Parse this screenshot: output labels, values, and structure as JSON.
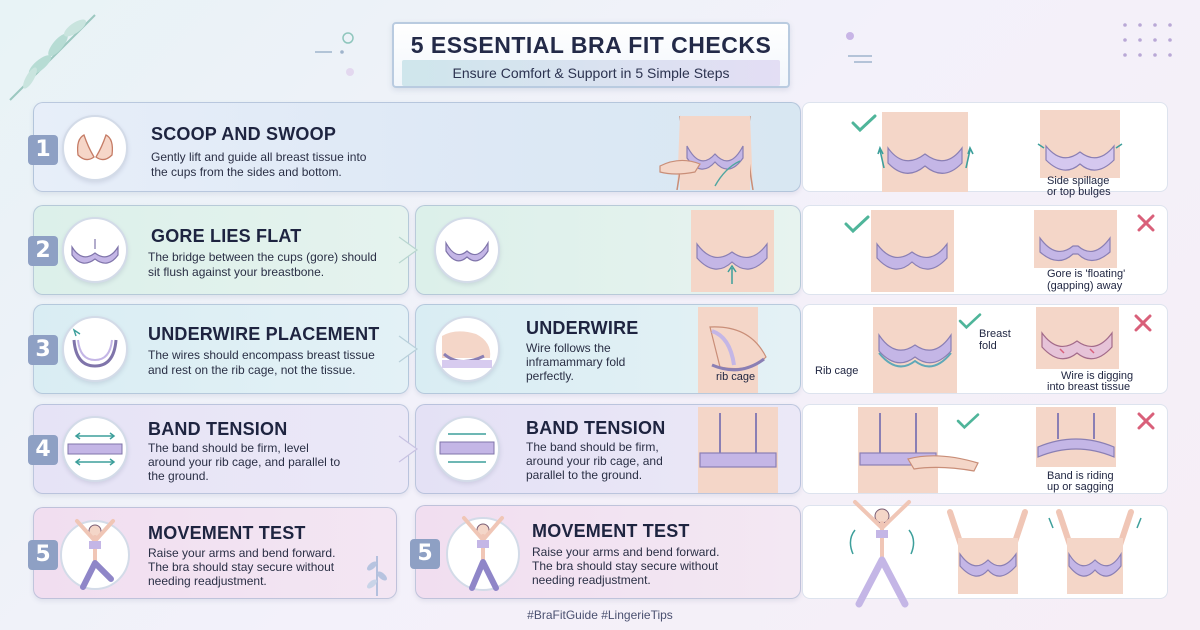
{
  "header": {
    "title": "5 ESSENTIAL BRA FIT CHECKS",
    "subtitle": "Ensure Comfort & Support in 5 Simple Steps"
  },
  "rows": [
    {
      "number": "1",
      "title": "SCOOP AND SWOOP",
      "desc_lines": [
        "Gently lift and guide all breast tissue into",
        "the cups from the sides and bottom."
      ],
      "bad_caption": [
        "Side spillage",
        "or top bulges"
      ]
    },
    {
      "number": "2",
      "title": "GORE LIES FLAT",
      "desc_lines": [
        "The bridge between the cups (gore) should",
        "sit flush against your breastbone."
      ],
      "bad_caption": [
        "Gore is 'floating'",
        "(gapping) away"
      ]
    },
    {
      "number": "3",
      "title": "UNDERWIRE PLACEMENT",
      "desc_lines": [
        "The wires should encompass breast tissue",
        "and rest on the rib cage, not the tissue."
      ],
      "detail_title": "UNDERWIRE",
      "detail_lines": [
        "Wire follows the",
        "inframammary fold",
        "perfectly."
      ],
      "fig_label": "rib cage",
      "good_labels": {
        "fold": [
          "Breast",
          "fold"
        ],
        "rib": "Rib cage"
      },
      "bad_caption": [
        "Wire is digging",
        "into breast tissue"
      ]
    },
    {
      "number": "4",
      "title": "BAND TENSION",
      "desc_lines": [
        "The band should be firm, level",
        "around your rib cage, and parallel to",
        "the ground."
      ],
      "detail_title": "BAND TENSION",
      "detail_lines": [
        "The band should be firm,",
        "around your rib cage, and",
        "parallel to the ground."
      ],
      "bad_caption": [
        "Band is riding",
        "up or sagging"
      ]
    },
    {
      "number": "5",
      "title": "MOVEMENT TEST",
      "desc_lines": [
        "Raise your arms and bend forward.",
        "The bra should stay secure without",
        "needing readjustment."
      ],
      "detail_title": "MOVEMENT TEST",
      "detail_lines": [
        "Raise your arms and bend forward.",
        "The bra should stay secure without",
        "needing readjustment."
      ]
    }
  ],
  "footer": "#BraFitGuide  #LingerieTips",
  "colors": {
    "check": "#4fb59a",
    "cross": "#d9607a",
    "accent": "#8ea0c4",
    "bra": "#c4b6e6"
  },
  "icons": [
    "leaf-icon",
    "hands-icon",
    "bra-icon",
    "underwire-icon",
    "band-icon",
    "woman-jumping-icon",
    "check-icon",
    "cross-icon"
  ]
}
